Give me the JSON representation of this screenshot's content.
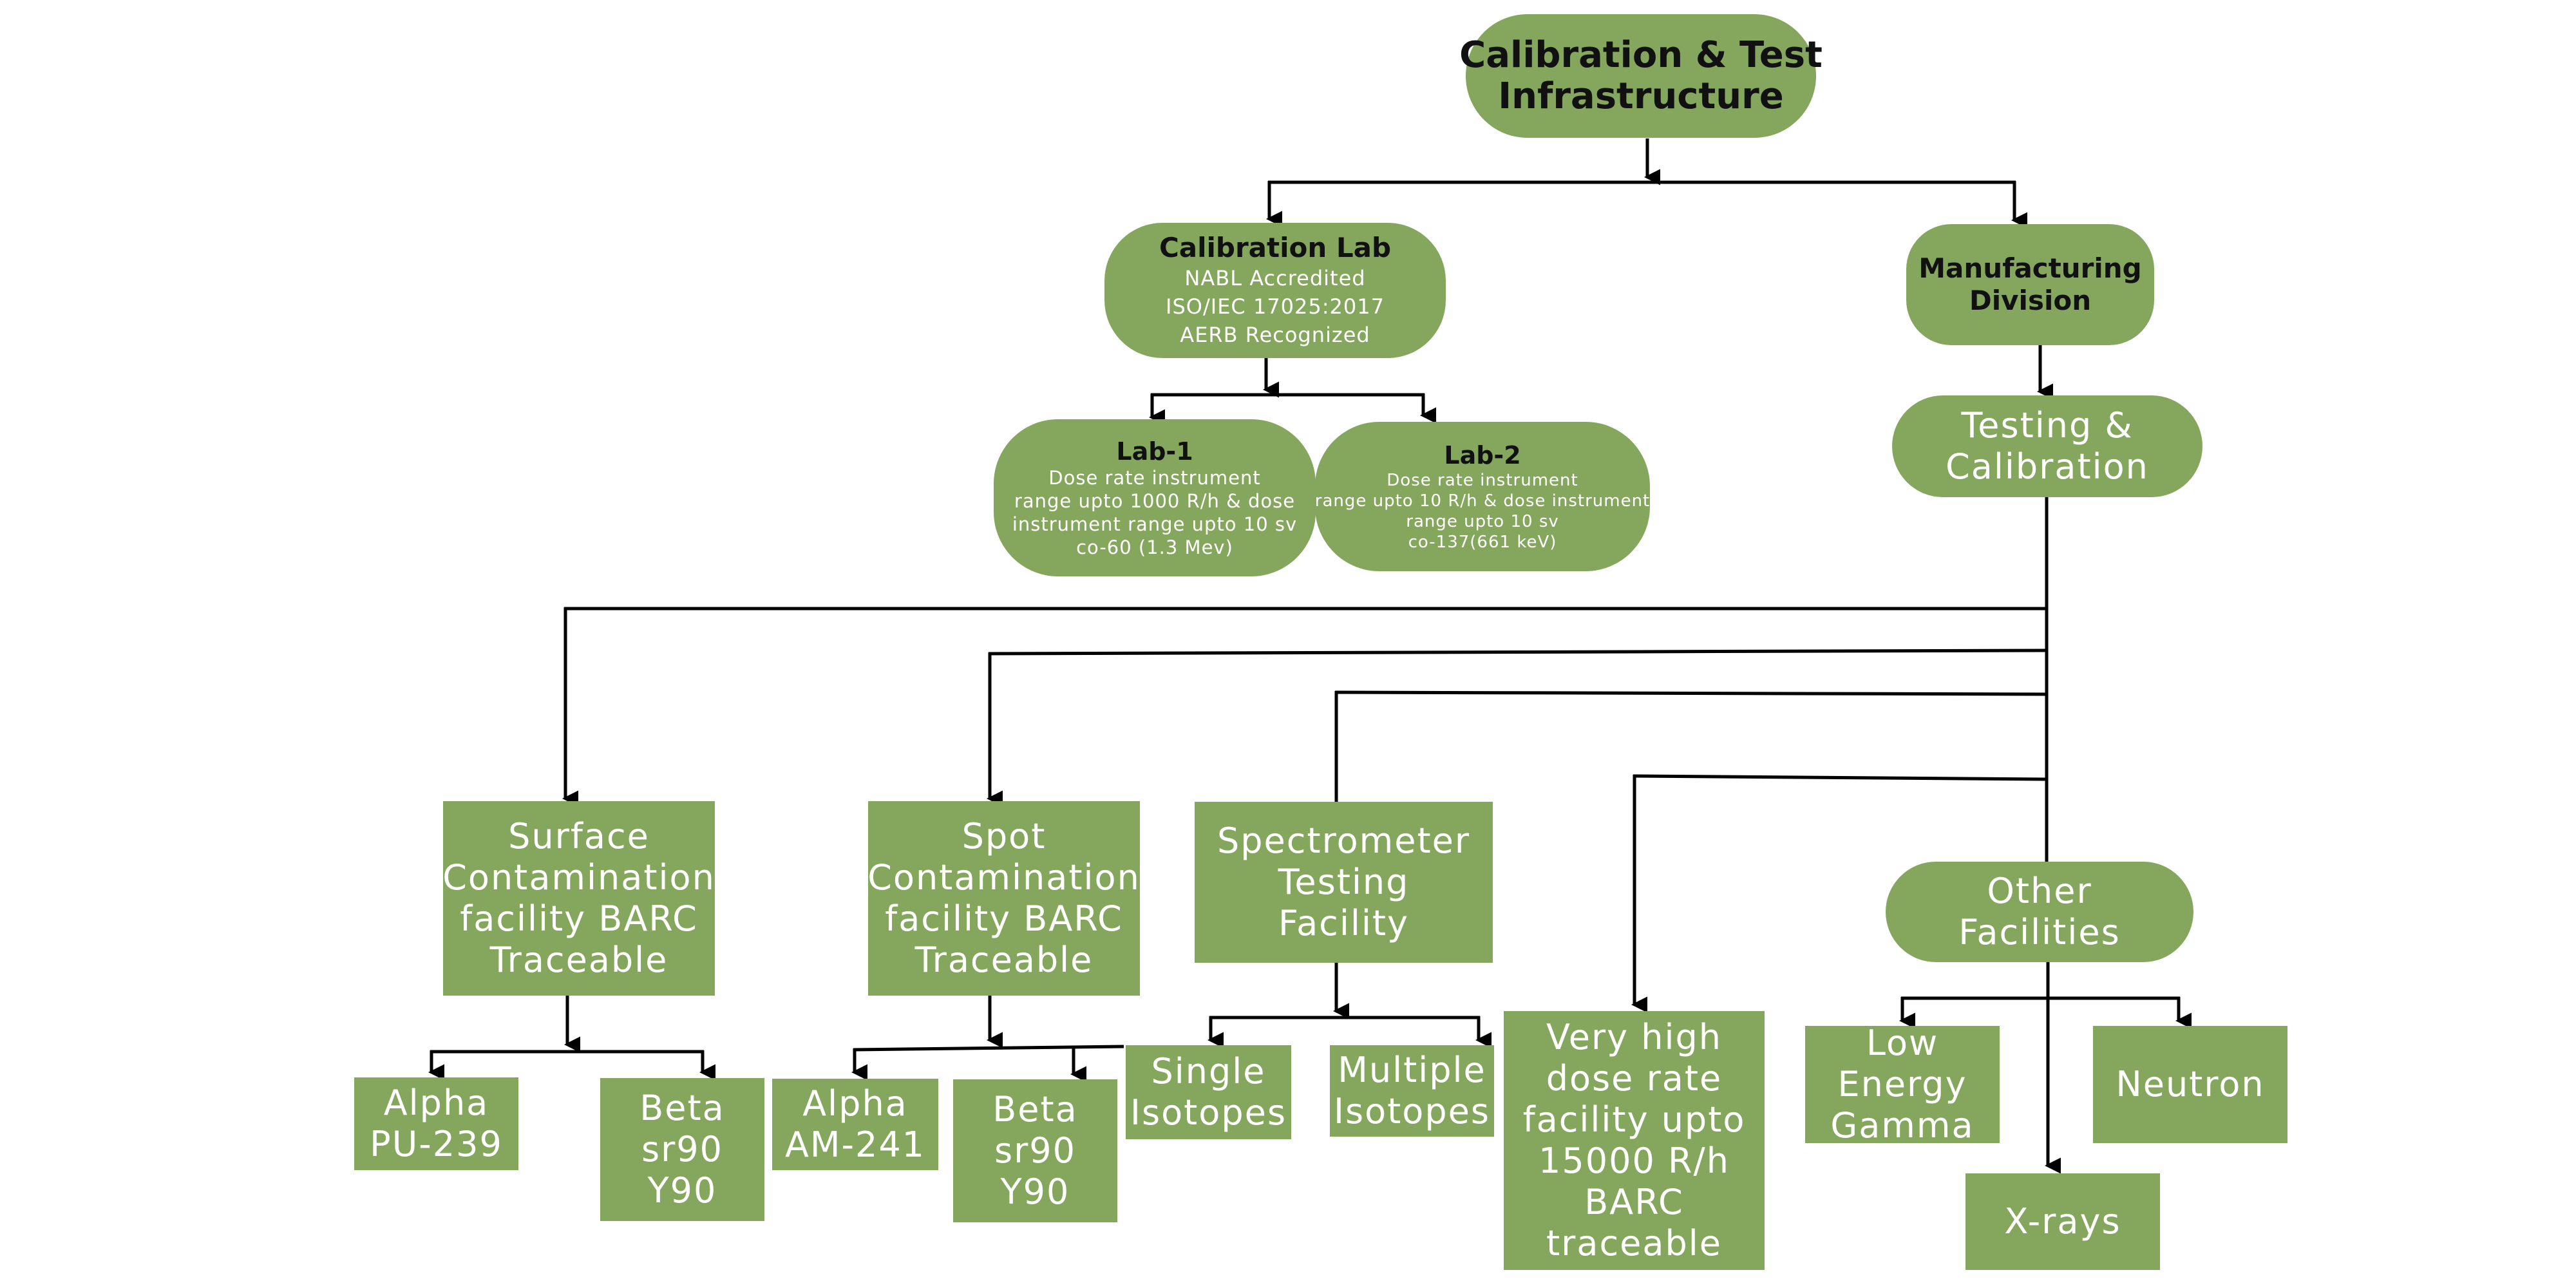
{
  "colors": {
    "node_fill": "#85a75d",
    "connector": "#000000",
    "header_text": "#111111",
    "body_text": "#ffffff"
  },
  "root": {
    "line1": "Calibration & Test",
    "line2": "Infrastructure"
  },
  "calibration_lab": {
    "title": "Calibration Lab",
    "details": [
      "NABL Accredited",
      "ISO/IEC 17025:2017",
      "AERB Recognized"
    ]
  },
  "manufacturing": {
    "line1": "Manufacturing",
    "line2": "Division"
  },
  "lab1": {
    "title": "Lab-1",
    "details": [
      "Dose rate instrument",
      "range upto 1000 R/h & dose",
      "instrument range upto 10 sv",
      "co-60 (1.3 Mev)"
    ]
  },
  "lab2": {
    "title": "Lab-2",
    "details": [
      "Dose rate instrument",
      "range upto 10 R/h & dose instrument",
      "range upto 10 sv",
      "co-137(661 keV)"
    ]
  },
  "testing": {
    "lines": [
      "Testing &",
      "Calibration"
    ]
  },
  "surface": {
    "lines": [
      "Surface",
      "Contamination",
      "facility BARC",
      "Traceable"
    ]
  },
  "spot": {
    "lines": [
      "Spot",
      "Contamination",
      "facility BARC",
      "Traceable"
    ]
  },
  "spectrometer": {
    "lines": [
      "Spectrometer",
      "Testing",
      "Facility"
    ]
  },
  "other": {
    "lines": [
      "Other",
      "Facilities"
    ]
  },
  "alpha_pu": {
    "lines": [
      "Alpha",
      "PU-239"
    ]
  },
  "beta1": {
    "lines": [
      "Beta",
      "sr90",
      "Y90"
    ]
  },
  "alpha_am": {
    "lines": [
      "Alpha",
      "AM-241"
    ]
  },
  "beta2": {
    "lines": [
      "Beta",
      "sr90",
      "Y90"
    ]
  },
  "single": {
    "lines": [
      "Single",
      "Isotopes"
    ]
  },
  "multiple": {
    "lines": [
      "Multiple",
      "Isotopes"
    ]
  },
  "very_high": {
    "lines": [
      "Very high",
      "dose rate",
      "facility upto",
      "15000 R/h",
      "BARC",
      "traceable"
    ]
  },
  "low_energy": {
    "lines": [
      "Low",
      "Energy",
      "Gamma"
    ]
  },
  "neutron": {
    "lines": [
      "Neutron"
    ]
  },
  "xrays": {
    "lines": [
      "X-rays"
    ]
  }
}
